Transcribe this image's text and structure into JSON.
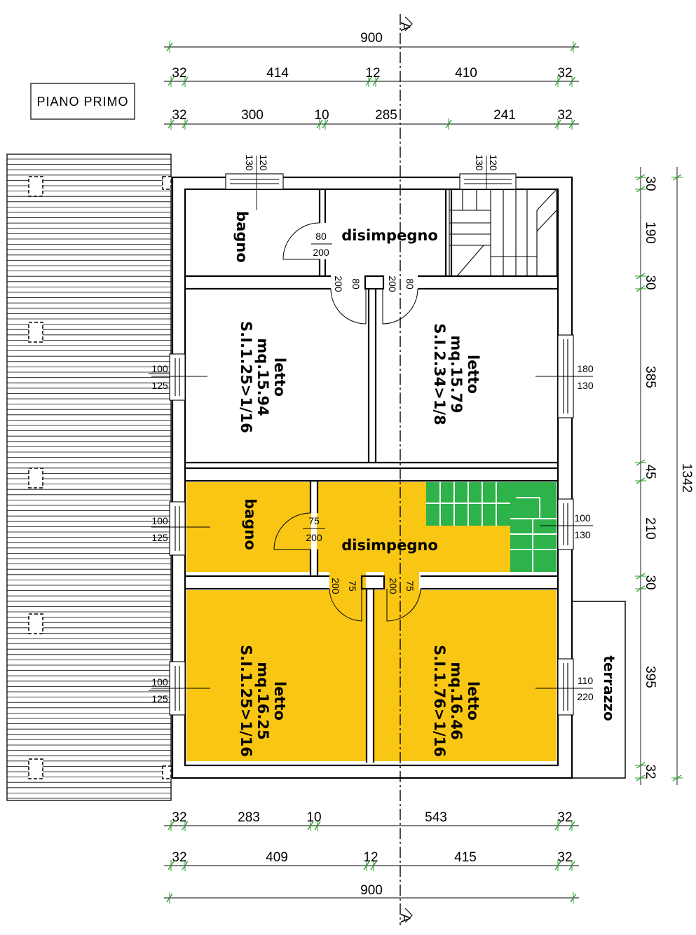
{
  "title": "PIANO PRIMO",
  "section_mark": "A",
  "colors": {
    "highlight": "#f9c613",
    "stair_green": "#2db34a",
    "wall": "#000000",
    "dim_tick": "#2a9d2a"
  },
  "dims_top": {
    "total": "900",
    "row2": [
      "32",
      "414",
      "12",
      "410",
      "32"
    ],
    "row3": [
      "32",
      "300",
      "10",
      "285",
      "241",
      "32"
    ]
  },
  "dims_bottom": {
    "row1": [
      "32",
      "283",
      "10",
      "543",
      "32"
    ],
    "row2": [
      "32",
      "409",
      "12",
      "415",
      "32"
    ],
    "total": "900"
  },
  "dims_right": [
    "30",
    "190",
    "30",
    "385",
    "45",
    "210",
    "30",
    "395",
    "32"
  ],
  "dims_right_total": "1342",
  "rooms": {
    "bagno_top": "bagno",
    "disimpegno_top": "disimpegno",
    "letto_tl": {
      "name": "letto",
      "area": "mq.15.94",
      "ratio": "S.I.1.25>1/16"
    },
    "letto_tr": {
      "name": "letto",
      "area": "mq.15.79",
      "ratio": "S.I.2.34>1/8"
    },
    "bagno_bot": "bagno",
    "disimpegno_bot": "disimpegno",
    "letto_bl": {
      "name": "letto",
      "area": "mq.16.25",
      "ratio": "S.I.1.25>1/16"
    },
    "letto_br": {
      "name": "letto",
      "area": "mq.16.46",
      "ratio": "S.I.1.76>1/16"
    },
    "terrazzo": "terrazzo"
  },
  "openings": {
    "win_bagno_top": [
      "130",
      "120"
    ],
    "win_stair_top": [
      "130",
      "120"
    ],
    "door_bagno_top": [
      "80",
      "200"
    ],
    "door_letto_tl": [
      "200",
      "80"
    ],
    "door_letto_tr": [
      "200",
      "80"
    ],
    "win_left_1": [
      "100",
      "125"
    ],
    "win_right_1": [
      "180",
      "130"
    ],
    "win_left_2": [
      "100",
      "125"
    ],
    "door_bagno_bot": [
      "75",
      "200"
    ],
    "door_letto_bl": [
      "200",
      "75"
    ],
    "door_letto_br": [
      "200",
      "75"
    ],
    "win_right_2": [
      "100",
      "130"
    ],
    "win_left_3": [
      "100",
      "125"
    ],
    "win_right_3": [
      "110",
      "220"
    ]
  }
}
